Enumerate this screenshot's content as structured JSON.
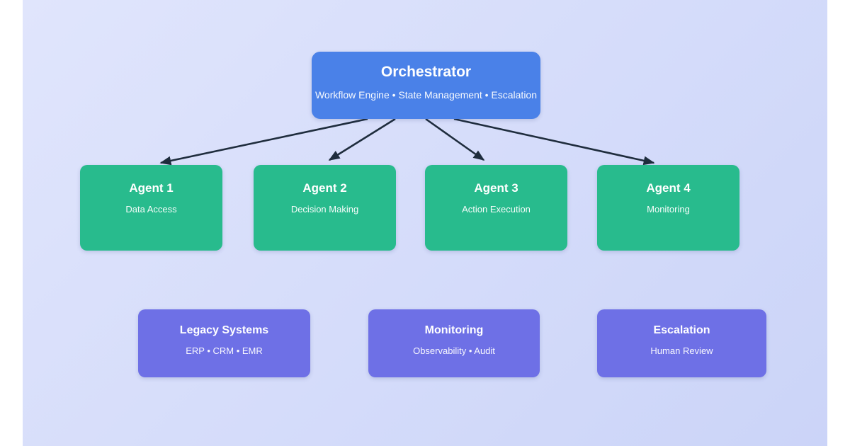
{
  "diagram": {
    "type": "flowchart",
    "orchestrator": {
      "title": "Orchestrator",
      "subtitle": "Workflow Engine • State Management • Escalation"
    },
    "agents": [
      {
        "id": "agent-1",
        "title": "Agent 1",
        "subtitle": "Data Access"
      },
      {
        "id": "agent-2",
        "title": "Agent 2",
        "subtitle": "Decision Making"
      },
      {
        "id": "agent-3",
        "title": "Agent 3",
        "subtitle": "Action Execution"
      },
      {
        "id": "agent-4",
        "title": "Agent 4",
        "subtitle": "Monitoring"
      }
    ],
    "systems": [
      {
        "id": "legacy-systems",
        "title": "Legacy Systems",
        "subtitle": "ERP • CRM • EMR"
      },
      {
        "id": "monitoring",
        "title": "Monitoring",
        "subtitle": "Observability • Audit"
      },
      {
        "id": "escalation",
        "title": "Escalation",
        "subtitle": "Human Review"
      }
    ],
    "edges": [
      {
        "from": "orchestrator",
        "to": "agent-1"
      },
      {
        "from": "orchestrator",
        "to": "agent-2"
      },
      {
        "from": "orchestrator",
        "to": "agent-3"
      },
      {
        "from": "orchestrator",
        "to": "agent-4"
      }
    ],
    "colors": {
      "node_orchestrator": "#4a81e8",
      "node_agent": "#28bb8d",
      "node_system": "#6e70e6",
      "arrow": "#1f2d3d",
      "bg_start": "#e0e5fc",
      "bg_end": "#cbd4f8"
    }
  }
}
